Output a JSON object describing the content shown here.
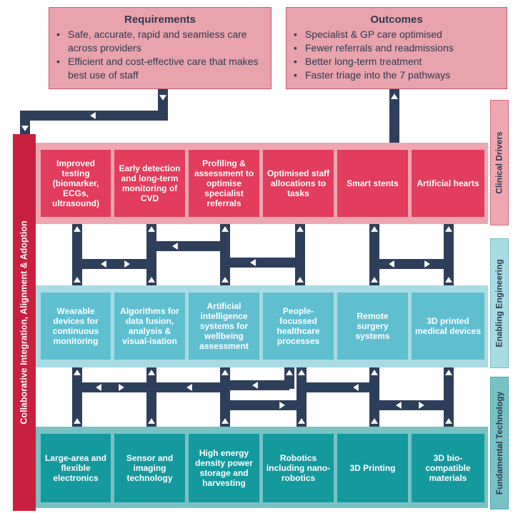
{
  "requirements": {
    "title": "Requirements",
    "items": [
      "Safe, accurate, rapid and seamless care across providers",
      "Efficient and cost-effective care that makes best use of staff"
    ]
  },
  "outcomes": {
    "title": "Outcomes",
    "items": [
      "Specialist & GP care optimised",
      "Fewer referrals and readmissions",
      "Better long-term treatment",
      "Faster triage into the 7 pathways"
    ]
  },
  "side_bar_label": "Collaborative Integration, Alignment & Adoption",
  "layers": {
    "clinical": {
      "label": "Clinical Drivers",
      "cards": [
        "Improved testing (biomarker, ECGs, ultrasound)",
        "Early detection and long-term monitoring of CVD",
        "Profiling & assessment to optimise specialist referrals",
        "Optimised staff allocations to tasks",
        "Smart stents",
        "Artificial hearts"
      ]
    },
    "engineering": {
      "label": "Enabling Engineering",
      "cards": [
        "Wearable devices for continuous monitoring",
        "Algorithms for data fusion, analysis & visual-isation",
        "Artificial intelligence systems for wellbeing assessment",
        "People-focussed healthcare processes",
        "Remote surgery systems",
        "3D printed medical devices"
      ]
    },
    "fundamental": {
      "label": "Fundamental Technology",
      "cards": [
        "Large-area and flexible electronics",
        "Sensor and imaging technology",
        "High energy density power storage and harvesting",
        "Robotics including nano-robotics",
        "3D Printing",
        "3D bio-compatible materials"
      ]
    }
  },
  "colors": {
    "connector": "#2e3f5c",
    "clinical_card": "#e23d5c",
    "engineering_card": "#5fbfcf",
    "fundamental_card": "#14999d",
    "side_bar": "#c8203e"
  }
}
